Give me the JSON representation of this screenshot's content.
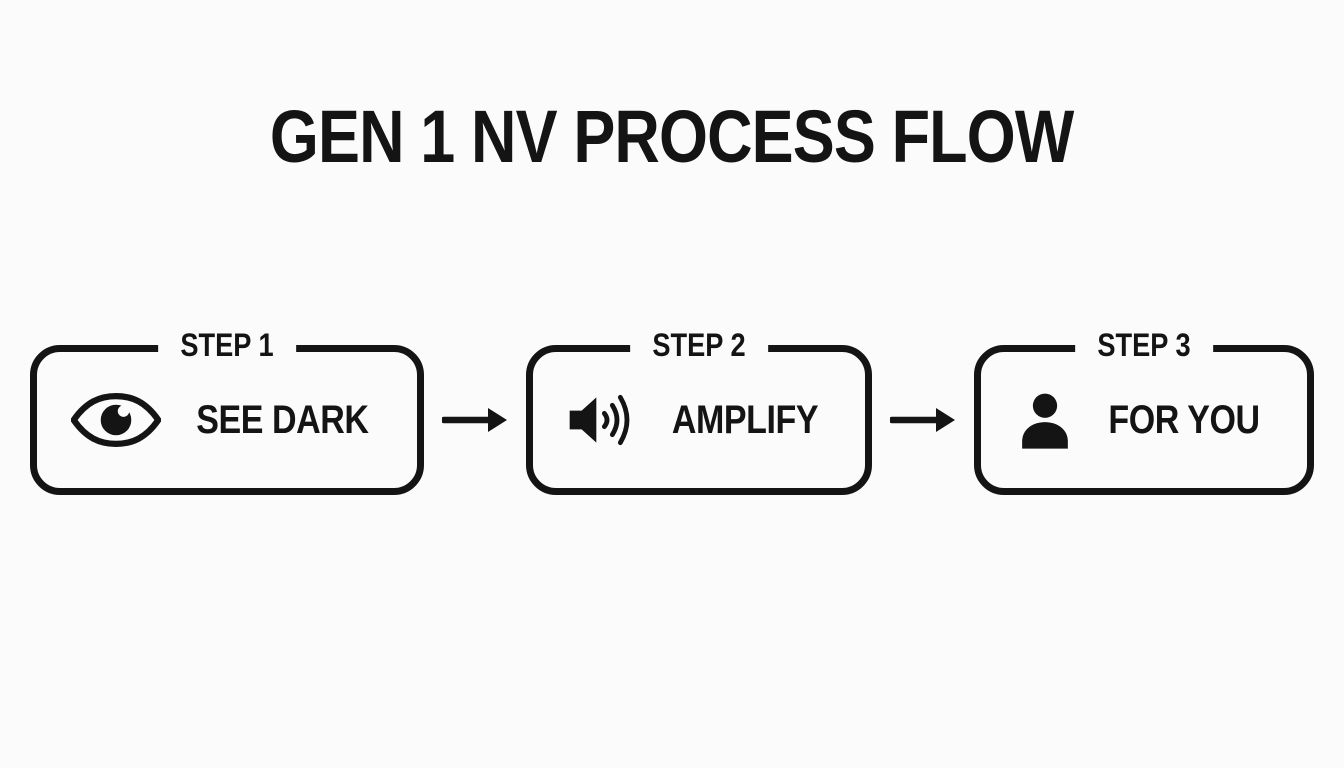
{
  "title": "GEN 1 NV PROCESS FLOW",
  "flow": {
    "steps": [
      {
        "label": "STEP 1",
        "name": "SEE DARK",
        "icon": "eye-icon"
      },
      {
        "label": "STEP 2",
        "name": "AMPLIFY",
        "icon": "speaker-icon"
      },
      {
        "label": "STEP 3",
        "name": "FOR YOU",
        "icon": "person-icon"
      }
    ],
    "connector": "arrow-right"
  },
  "colors": {
    "ink": "#141414",
    "background": "#fcfbfb"
  }
}
